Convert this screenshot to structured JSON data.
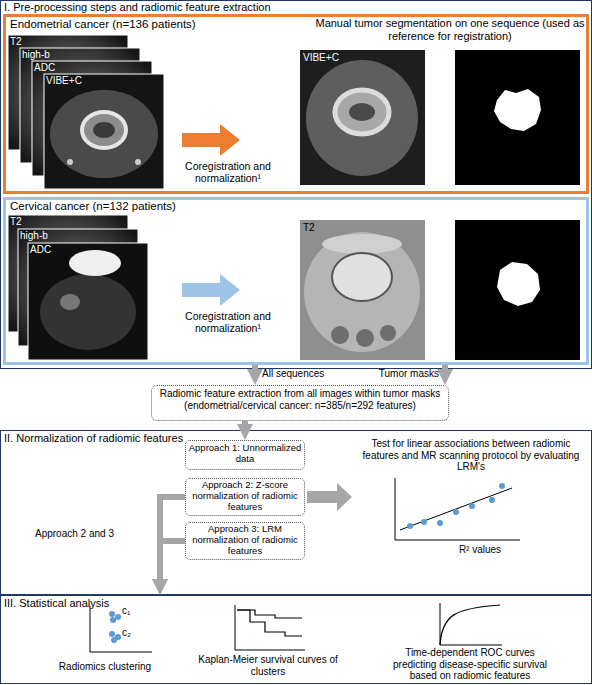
{
  "diagram": {
    "nodes": [
      {
        "text": [
          "I. Pre-processing steps and radiomic feature extraction"
        ]
      },
      {
        "text": [
          "Endometrial cancer (n=136 patients)",
          "Coregistration and normalization¹",
          "Manual tumor segmentation on one sequence (used as reference for registration)"
        ],
        "in": 0
      },
      {
        "text": [
          "Cervical cancer (n=132 patients)",
          "Coregistration and normalization¹"
        ],
        "in": 0
      },
      {
        "text": [
          "Radiomic feature extraction from all images within tumor masks (endometrial/cervical cancer: n=385/n=292 features)"
        ]
      },
      {
        "text": [
          "II. Normalization of radiomic features",
          "Test for linear associations between radiomic features and MR scanning protocol by evaluating LRM's"
        ]
      },
      {
        "text": [
          "Approach 1: Unnormalized data"
        ],
        "in": 4
      },
      {
        "text": [
          "Approach 2: Z-score normalization of radiomic features"
        ],
        "in": 4
      },
      {
        "text": [
          "Approach 3: LRM normalization of radiomic features"
        ],
        "in": 4
      },
      {
        "text": [
          "III. Statistical analysis",
          "Radiomics clustering",
          "Kaplan-Meier survival curves of clusters",
          "Time-dependent ROC curves predicting disease-specific survival based on radiomic features"
        ]
      }
    ],
    "edges": [
      {
        "from": 2,
        "to": 3,
        "label": "All sequences",
        "arrow": "to"
      },
      {
        "from": 2,
        "to": 3,
        "label": "Tumor masks",
        "arrow": "to"
      },
      {
        "from": 3,
        "to": 5,
        "arrow": "to"
      },
      {
        "from": 6,
        "to": 8,
        "arrow": "to"
      },
      {
        "from": 7,
        "to": 8,
        "arrow": "to"
      }
    ],
    "labels": [
      "T2",
      "high-b",
      "ADC",
      "VIBE+C",
      "VIBE+C",
      "T2",
      "high-b",
      "ADC",
      "T2",
      "R² values",
      "Approach 2 and 3",
      "c₁",
      "c₂"
    ]
  }
}
